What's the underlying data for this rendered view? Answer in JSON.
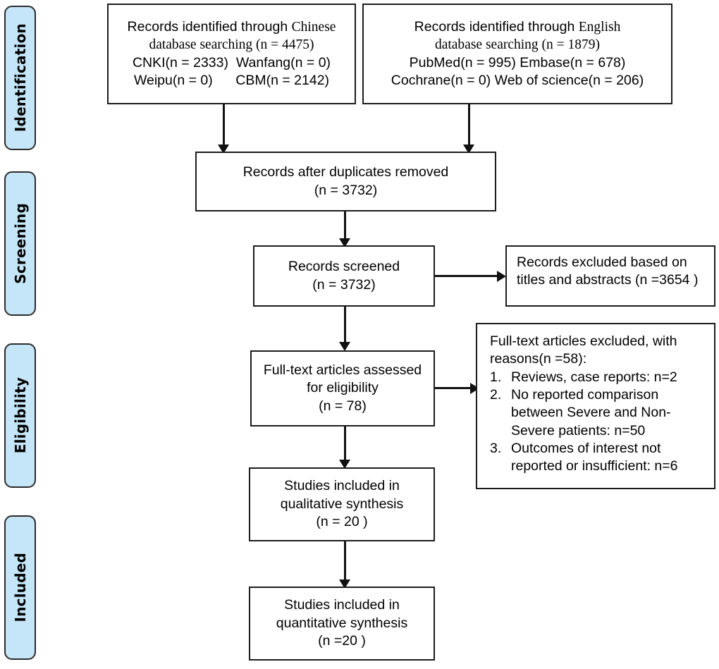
{
  "stages": [
    {
      "label": "Identification"
    },
    {
      "label": "Screening"
    },
    {
      "label": "Eligibility"
    },
    {
      "label": "Included"
    }
  ],
  "boxes": {
    "chinese_search": {
      "line1_a": "Records identified through ",
      "line1_b": "Chinese",
      "line2": "database searching (n = 4475)",
      "line3": "CNKI(n = 2333)  Wanfang(n = 0)",
      "line4": "Weipu(n = 0)      CBM(n = 2142)"
    },
    "english_search": {
      "line1_a": "Records identified through ",
      "line1_b": "English",
      "line2": "database searching (n = 1879)",
      "line3": "PubMed(n = 995) Embase(n = 678)",
      "line4": "Cochrane(n = 0) Web of science(n = 206)"
    },
    "duplicates_removed": {
      "line1": "Records after duplicates removed",
      "line2": "(n = 3732)"
    },
    "records_screened": {
      "line1": "Records screened",
      "line2": "(n = 3732)"
    },
    "records_excluded": {
      "line1": "Records excluded based on",
      "line2": "titles and abstracts (n =3654 )"
    },
    "fulltext_assessed": {
      "line1": "Full-text articles assessed",
      "line2": "for eligibility",
      "line3": "(n = 78)"
    },
    "fulltext_excluded": {
      "line1": "Full-text articles excluded, with",
      "line2": "reasons(n =58):",
      "reasons": [
        {
          "num": "1.",
          "text": "Reviews, case reports: n=2"
        },
        {
          "num": "2.",
          "text": "No reported comparison between Severe and Non-Severe patients: n=50"
        },
        {
          "num": "3.",
          "text": "Outcomes of interest not reported or insufficient: n=6"
        }
      ]
    },
    "qualitative_synthesis": {
      "line1": "Studies included in",
      "line2": "qualitative synthesis",
      "line3": "(n = 20 )"
    },
    "quantitative_synthesis": {
      "line1": "Studies included in",
      "line2": "quantitative synthesis",
      "line3": "(n =20 )"
    }
  },
  "colors": {
    "stage_fill": "#c5e6f8",
    "stage_border": "#2b2b2b",
    "box_border": "#1c1c1c",
    "connector": "#111111",
    "background": "#ffffff",
    "text": "#000000"
  }
}
